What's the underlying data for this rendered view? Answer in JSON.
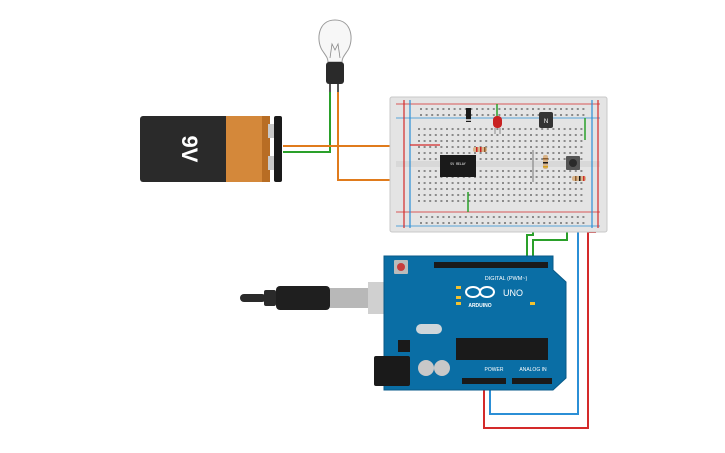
{
  "battery": {
    "label": "9V"
  },
  "arduino": {
    "model_label": "UNO",
    "brand_label": "ARDUINO",
    "digital_label": "DIGITAL (PWM~)",
    "power_label": "POWER",
    "analog_label": "ANALOG IN"
  },
  "relay": {
    "text": "5V RELAY"
  },
  "colors": {
    "breadboard": "#e4e4e4",
    "arduino_blue": "#0a6ea5",
    "battery_orange": "#d4883a",
    "wire_green": "#2aa02a",
    "wire_orange": "#e07b1c",
    "wire_red": "#d42a2a",
    "wire_blue": "#2b8fd6"
  }
}
